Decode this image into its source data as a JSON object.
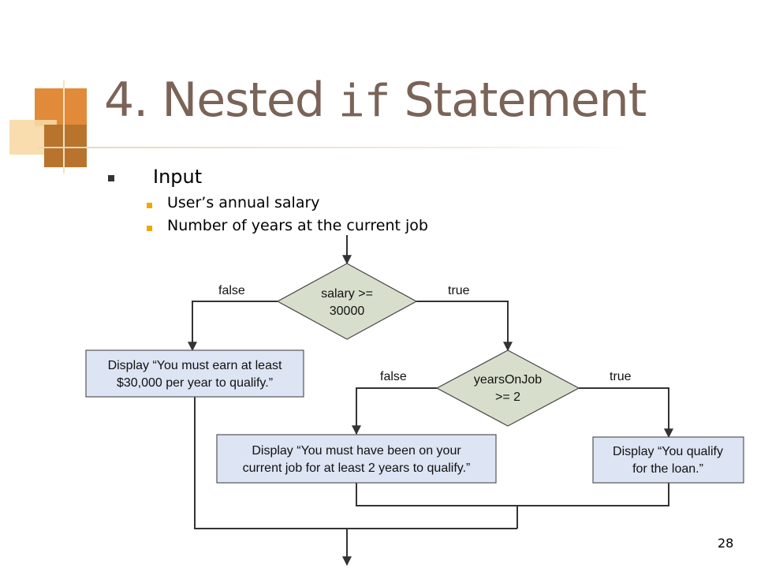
{
  "slide": {
    "title_prefix": "4. Nested ",
    "title_code": "if",
    "title_suffix": " Statement",
    "bullet": "Input",
    "sub_bullets": [
      "User’s annual salary",
      "Number of years at the current job"
    ],
    "page_number": "28"
  },
  "flowchart": {
    "decision1": [
      "salary >=",
      "30000"
    ],
    "decision2": [
      "yearsOnJob",
      ">= 2"
    ],
    "false_label_1": "false",
    "true_label_1": "true",
    "false_label_2": "false",
    "true_label_2": "true",
    "box_salary": [
      "Display “You must earn at least",
      "$30,000 per year to qualify.”"
    ],
    "box_years": [
      "Display “You must have been on your",
      "current job for at least 2 years to qualify.”"
    ],
    "box_qualify": [
      "Display “You qualify",
      "for the loan.”"
    ]
  },
  "colors": {
    "title": "#7a6357",
    "diamond_fill": "#d7dfcc",
    "box_fill": "#dde4f3",
    "accent_bullet": "#f0a800"
  }
}
